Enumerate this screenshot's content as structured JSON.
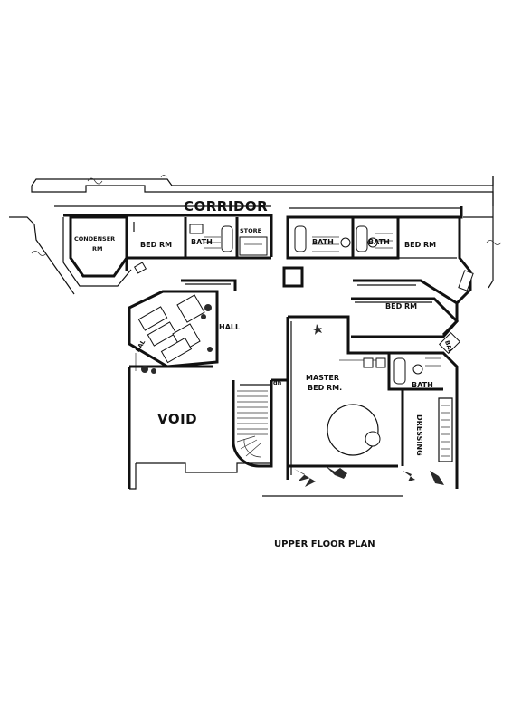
{
  "labels": {
    "corridor": "CORRIDOR",
    "condenser": "CONDENSER",
    "condenser_rm": "RM",
    "bed_rm_1": "BED RM",
    "bath_1": "BATH",
    "store": "STORE",
    "bath_2": "BATH",
    "bath_3": "BATH",
    "bed_rm_2": "BED RM",
    "bed_rm_3": "BED RM",
    "hall": "HALL",
    "bal_1": "BAL",
    "bal_2": "BAL",
    "dn": "dn",
    "void": "VOID",
    "master_1": "MASTER",
    "master_2": "BED RM.",
    "bath_4": "BATH",
    "dressing": "DRESSING"
  },
  "caption": "UPPER FLOOR PLAN"
}
